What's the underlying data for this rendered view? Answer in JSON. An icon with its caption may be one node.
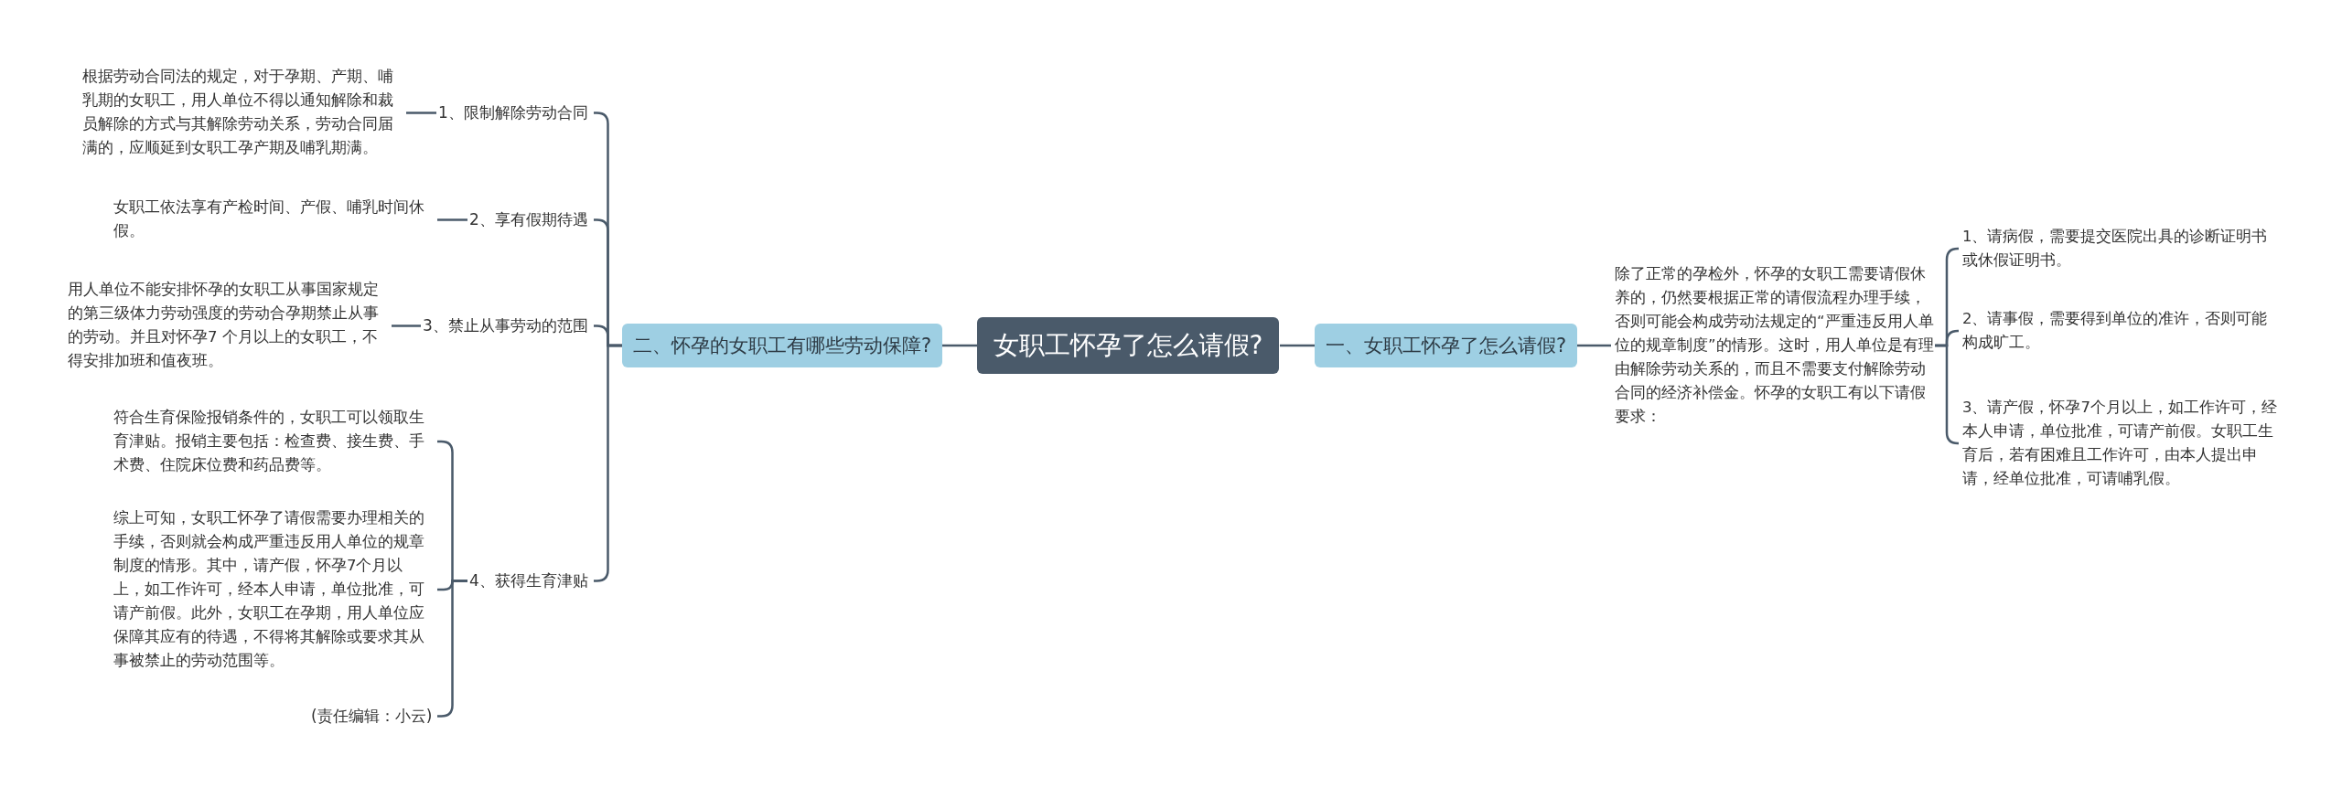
{
  "diagram": {
    "nodes": [
      {
        "text": [
          "女职工怀孕了怎么请假?"
        ]
      },
      {
        "text": [
          "一、女职工怀孕了怎么请假?"
        ]
      },
      {
        "text": [
          "除了正常的孕检外，怀孕的女职工需要请假休养的，仍然要根据正常的请假流程办理手续，否则可能会构成劳动法规定的“严重违反用人单位的规章制度”的情形。这时，用人单位是有理由解除劳动关系的，而且不需要支付解除劳动合同的经济补偿金。怀孕的女职工有以下请假要求："
        ]
      },
      {
        "text": [
          "1、请病假，需要提交医院出具的诊断证明书或休假证明书。"
        ]
      },
      {
        "text": [
          "2、请事假，需要得到单位的准许，否则可能构成旷工。"
        ]
      },
      {
        "text": [
          "3、请产假，怀孕7个月以上，如工作许可，经本人申请，单位批准，可请产前假。女职工生育后，若有困难且工作许可，由本人提出申请，经单位批准，可请哺乳假。"
        ]
      },
      {
        "text": [
          "二、怀孕的女职工有哪些劳动保障?"
        ]
      },
      {
        "text": [
          "1、限制解除劳动合同"
        ]
      },
      {
        "text": [
          "2、享有假期待遇"
        ]
      },
      {
        "text": [
          "3、禁止从事劳动的范围"
        ]
      },
      {
        "text": [
          "4、获得生育津贴"
        ]
      },
      {
        "text": [
          "根据劳动合同法的规定，对于孕期、产期、哺乳期的女职工，用人单位不得以通知解除和裁员解除的方式与其解除劳动关系，劳动合同届满的，应顺延到女职工孕产期及哺乳期满。"
        ]
      },
      {
        "text": [
          "女职工依法享有产检时间、产假、哺乳时间休假。"
        ]
      },
      {
        "text": [
          "用人单位不能安排怀孕的女职工从事国家规定的第三级体力劳动强度的劳动合孕期禁止从事的劳动。并且对怀孕7 个月以上的女职工，不得安排加班和值夜班。"
        ]
      },
      {
        "text": [
          "符合生育保险报销条件的，女职工可以领取生育津贴。报销主要包括：检查费、接生费、手术费、住院床位费和药品费等。"
        ]
      },
      {
        "text": [
          "综上可知，女职工怀孕了请假需要办理相关的手续，否则就会构成严重违反用人单位的规章制度的情形。其中，请产假，怀孕7个月以上，如工作许可，经本人申请，单位批准，可请产前假。此外，女职工在孕期，用人单位应保障其应有的待遇，不得将其解除或要求其从事被禁止的劳动范围等。"
        ]
      },
      {
        "text": [
          "(责任编辑：小云)"
        ]
      }
    ],
    "edges": [
      {
        "from": 0,
        "to": 1,
        "arrow": "none"
      },
      {
        "from": 1,
        "to": 2,
        "arrow": "none"
      },
      {
        "from": 2,
        "to": 3,
        "arrow": "none"
      },
      {
        "from": 2,
        "to": 4,
        "arrow": "none"
      },
      {
        "from": 2,
        "to": 5,
        "arrow": "none"
      },
      {
        "from": 0,
        "to": 6,
        "arrow": "none"
      },
      {
        "from": 6,
        "to": 7,
        "arrow": "none"
      },
      {
        "from": 6,
        "to": 8,
        "arrow": "none"
      },
      {
        "from": 6,
        "to": 9,
        "arrow": "none"
      },
      {
        "from": 6,
        "to": 10,
        "arrow": "none"
      },
      {
        "from": 7,
        "to": 11,
        "arrow": "none"
      },
      {
        "from": 8,
        "to": 12,
        "arrow": "none"
      },
      {
        "from": 9,
        "to": 13,
        "arrow": "none"
      },
      {
        "from": 10,
        "to": 14,
        "arrow": "none"
      },
      {
        "from": 10,
        "to": 15,
        "arrow": "none"
      },
      {
        "from": 10,
        "to": 16,
        "arrow": "none"
      }
    ]
  }
}
